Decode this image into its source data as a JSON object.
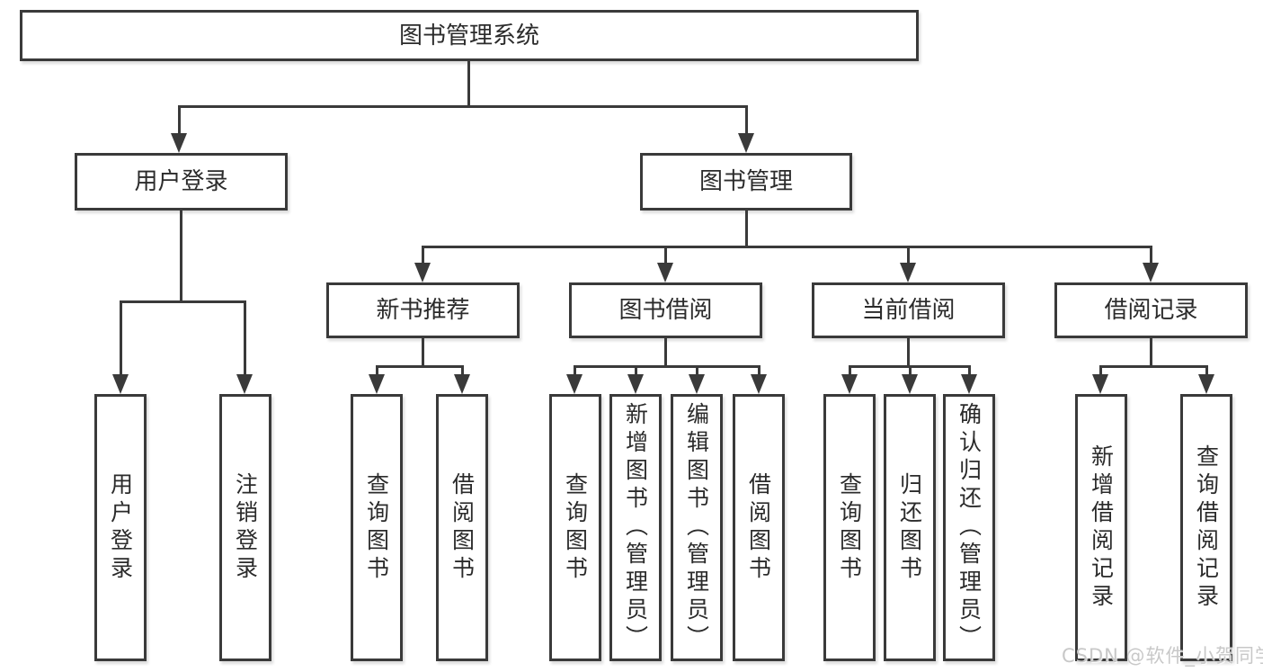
{
  "diagram": {
    "root": {
      "label": "图书管理系统"
    },
    "branches": [
      {
        "label": "用户登录",
        "children": [
          {
            "label": "用户登录"
          },
          {
            "label": "注销登录"
          }
        ]
      },
      {
        "label": "图书管理",
        "groups": [
          {
            "label": "新书推荐",
            "children": [
              {
                "label": "查询图书"
              },
              {
                "label": "借阅图书"
              }
            ]
          },
          {
            "label": "图书借阅",
            "children": [
              {
                "label": "查询图书"
              },
              {
                "label": "新增图书（管理员）"
              },
              {
                "label": "编辑图书（管理员）"
              },
              {
                "label": "借阅图书"
              }
            ]
          },
          {
            "label": "当前借阅",
            "children": [
              {
                "label": "查询图书"
              },
              {
                "label": "归还图书"
              },
              {
                "label": "确认归还（管理员）"
              }
            ]
          },
          {
            "label": "借阅记录",
            "children": [
              {
                "label": "新增借阅记录"
              },
              {
                "label": "查询借阅记录"
              }
            ]
          }
        ]
      }
    ]
  },
  "watermark": {
    "text": "CSDN @软件_小贺同学"
  },
  "colors": {
    "line": "#3a3a3a",
    "text": "#2b2b2b",
    "background": "#ffffff",
    "watermark": "#c8c8c8"
  }
}
